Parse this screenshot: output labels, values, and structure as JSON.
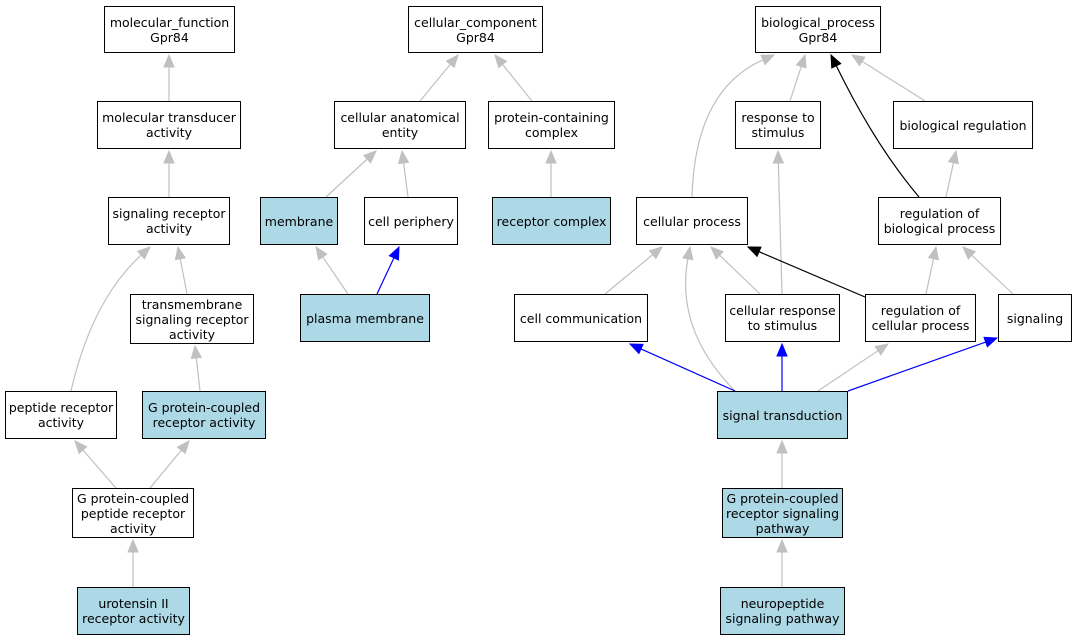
{
  "colors": {
    "plain_fill": "#ffffff",
    "highlight_fill": "#add8e6",
    "edge_gray": "#c0c0c0",
    "edge_black": "#000000",
    "edge_blue": "#0000ff"
  },
  "nodes": {
    "mf_root": {
      "label": "molecular_function\nGpr84",
      "highlight": false
    },
    "cc_root": {
      "label": "cellular_component\nGpr84",
      "highlight": false
    },
    "bp_root": {
      "label": "biological_process\nGpr84",
      "highlight": false
    },
    "mol_transducer": {
      "label": "molecular transducer\nactivity",
      "highlight": false
    },
    "cell_anat_entity": {
      "label": "cellular anatomical\nentity",
      "highlight": false
    },
    "protein_complex": {
      "label": "protein-containing\ncomplex",
      "highlight": false
    },
    "response_stimulus": {
      "label": "response to\nstimulus",
      "highlight": false
    },
    "bio_regulation": {
      "label": "biological regulation",
      "highlight": false
    },
    "sig_receptor_activity": {
      "label": "signaling receptor\nactivity",
      "highlight": false
    },
    "membrane": {
      "label": "membrane",
      "highlight": true
    },
    "cell_periphery": {
      "label": "cell periphery",
      "highlight": false
    },
    "receptor_complex": {
      "label": "receptor complex",
      "highlight": true
    },
    "cellular_process": {
      "label": "cellular process",
      "highlight": false
    },
    "reg_bio_process": {
      "label": "regulation of\nbiological process",
      "highlight": false
    },
    "transmembrane_sig": {
      "label": "transmembrane\nsignaling receptor\nactivity",
      "highlight": false
    },
    "plasma_membrane": {
      "label": "plasma membrane",
      "highlight": true
    },
    "cell_communication": {
      "label": "cell communication",
      "highlight": false
    },
    "cell_response_stimulus": {
      "label": "cellular response\nto stimulus",
      "highlight": false
    },
    "reg_cell_process": {
      "label": "regulation of\ncellular process",
      "highlight": false
    },
    "signaling": {
      "label": "signaling",
      "highlight": false
    },
    "peptide_receptor": {
      "label": "peptide receptor\nactivity",
      "highlight": false
    },
    "gpcr_activity": {
      "label": "G protein-coupled\nreceptor activity",
      "highlight": true
    },
    "signal_transduction": {
      "label": "signal transduction",
      "highlight": true
    },
    "gpcr_peptide": {
      "label": "G protein-coupled\npeptide receptor\nactivity",
      "highlight": false
    },
    "gpcr_pathway": {
      "label": "G protein-coupled\nreceptor signaling\npathway",
      "highlight": true
    },
    "urotensin": {
      "label": "urotensin II\nreceptor activity",
      "highlight": true
    },
    "neuropeptide": {
      "label": "neuropeptide\nsignaling pathway",
      "highlight": true
    }
  },
  "edges": [
    {
      "from": "mol_transducer",
      "to": "mf_root",
      "color": "gray"
    },
    {
      "from": "sig_receptor_activity",
      "to": "mol_transducer",
      "color": "gray"
    },
    {
      "from": "transmembrane_sig",
      "to": "sig_receptor_activity",
      "color": "gray"
    },
    {
      "from": "peptide_receptor",
      "to": "sig_receptor_activity",
      "color": "gray"
    },
    {
      "from": "gpcr_activity",
      "to": "transmembrane_sig",
      "color": "gray"
    },
    {
      "from": "gpcr_peptide",
      "to": "peptide_receptor",
      "color": "gray"
    },
    {
      "from": "gpcr_peptide",
      "to": "gpcr_activity",
      "color": "gray"
    },
    {
      "from": "urotensin",
      "to": "gpcr_peptide",
      "color": "gray"
    },
    {
      "from": "cell_anat_entity",
      "to": "cc_root",
      "color": "gray"
    },
    {
      "from": "protein_complex",
      "to": "cc_root",
      "color": "gray"
    },
    {
      "from": "membrane",
      "to": "cell_anat_entity",
      "color": "gray"
    },
    {
      "from": "cell_periphery",
      "to": "cell_anat_entity",
      "color": "gray"
    },
    {
      "from": "receptor_complex",
      "to": "protein_complex",
      "color": "gray"
    },
    {
      "from": "plasma_membrane",
      "to": "membrane",
      "color": "gray"
    },
    {
      "from": "plasma_membrane",
      "to": "cell_periphery",
      "color": "blue"
    },
    {
      "from": "cellular_process",
      "to": "bp_root",
      "color": "gray"
    },
    {
      "from": "response_stimulus",
      "to": "bp_root",
      "color": "gray"
    },
    {
      "from": "reg_bio_process",
      "to": "bp_root",
      "color": "black"
    },
    {
      "from": "bio_regulation",
      "to": "bp_root",
      "color": "gray"
    },
    {
      "from": "reg_bio_process",
      "to": "bio_regulation",
      "color": "gray"
    },
    {
      "from": "cell_response_stimulus",
      "to": "response_stimulus",
      "color": "gray"
    },
    {
      "from": "cell_communication",
      "to": "cellular_process",
      "color": "gray"
    },
    {
      "from": "cell_response_stimulus",
      "to": "cellular_process",
      "color": "gray"
    },
    {
      "from": "signal_transduction",
      "to": "cellular_process",
      "color": "gray"
    },
    {
      "from": "reg_cell_process",
      "to": "cellular_process",
      "color": "black"
    },
    {
      "from": "reg_cell_process",
      "to": "reg_bio_process",
      "color": "gray"
    },
    {
      "from": "signaling",
      "to": "reg_bio_process",
      "color": "gray"
    },
    {
      "from": "signal_transduction",
      "to": "cell_communication",
      "color": "blue"
    },
    {
      "from": "signal_transduction",
      "to": "cell_response_stimulus",
      "color": "blue"
    },
    {
      "from": "signal_transduction",
      "to": "reg_cell_process",
      "color": "gray"
    },
    {
      "from": "signal_transduction",
      "to": "signaling",
      "color": "blue"
    },
    {
      "from": "gpcr_pathway",
      "to": "signal_transduction",
      "color": "gray"
    },
    {
      "from": "neuropeptide",
      "to": "gpcr_pathway",
      "color": "gray"
    }
  ]
}
